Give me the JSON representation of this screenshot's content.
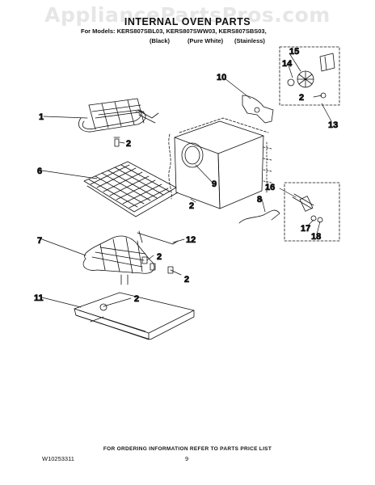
{
  "watermark": "AppliancePartsPros.com",
  "title": "INTERNAL OVEN PARTS",
  "models_line": "For Models: KERS807SBL03, KERS807SWW03, KERS807SBS03,",
  "variants": [
    "(Black)",
    "(Pure White)",
    "(Stainless)"
  ],
  "callouts": {
    "c1": "1",
    "c2a": "2",
    "c6": "6",
    "c7": "7",
    "c12": "12",
    "c2b": "2",
    "c2c": "2",
    "c11": "11",
    "c2d": "2",
    "c10": "10",
    "c9": "9",
    "c2e": "2",
    "c15": "15",
    "c14": "14",
    "c2f": "2",
    "c13": "13",
    "c16": "16",
    "c8": "8",
    "c17": "17",
    "c18": "18"
  },
  "footer_note": "FOR ORDERING INFORMATION REFER TO PARTS PRICE LIST",
  "doc_number": "W10253311",
  "page_number": "9",
  "colors": {
    "line": "#111111",
    "watermark": "#e6e6e6"
  }
}
